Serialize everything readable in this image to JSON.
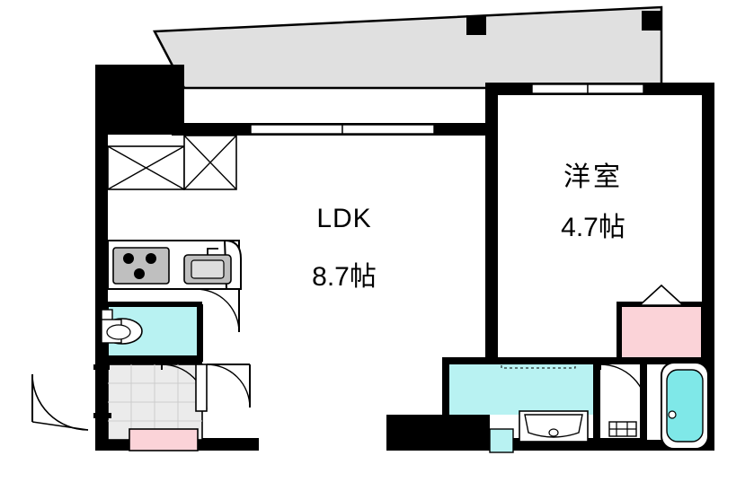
{
  "plan": {
    "type": "floor-plan",
    "rooms": [
      {
        "id": "ldk",
        "name": "LDK",
        "area": "8.7帖"
      },
      {
        "id": "washitsu",
        "name": "洋室",
        "area": "4.7帖"
      }
    ],
    "colors": {
      "wall": "#000000",
      "outline": "#1a1a1a",
      "balcony_fill": "#e0e0e0",
      "water_fill": "#b8f2f2",
      "closet_fill": "#fbd3d8",
      "tile_fill": "#ebebeb",
      "appliance_fill": "#bfbfbf",
      "background": "#ffffff"
    },
    "fixtures": [
      "kitchen-sink",
      "gas-stove",
      "toilet",
      "bathtub",
      "washbasin",
      "washing-machine-space",
      "entry-door",
      "balcony"
    ]
  }
}
